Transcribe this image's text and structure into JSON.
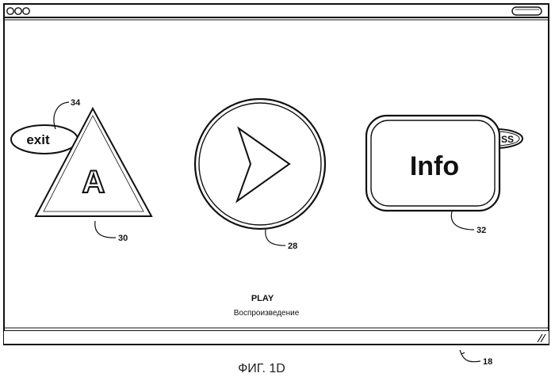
{
  "window": {
    "buttons": [
      "close",
      "minimize",
      "maximize"
    ]
  },
  "screen": {
    "exit_button": {
      "label": "exit",
      "ref": "34"
    },
    "triangle_button": {
      "letter": "A",
      "ref": "30"
    },
    "play_button": {
      "ref": "28"
    },
    "info_button": {
      "label": "Info",
      "ref": "32"
    },
    "hidden_oval_label": "SS",
    "focus_label": {
      "title": "PLAY",
      "subtitle": "Воспроизведение"
    }
  },
  "window_ref": "18",
  "figure_caption": "ФИГ. 1D"
}
